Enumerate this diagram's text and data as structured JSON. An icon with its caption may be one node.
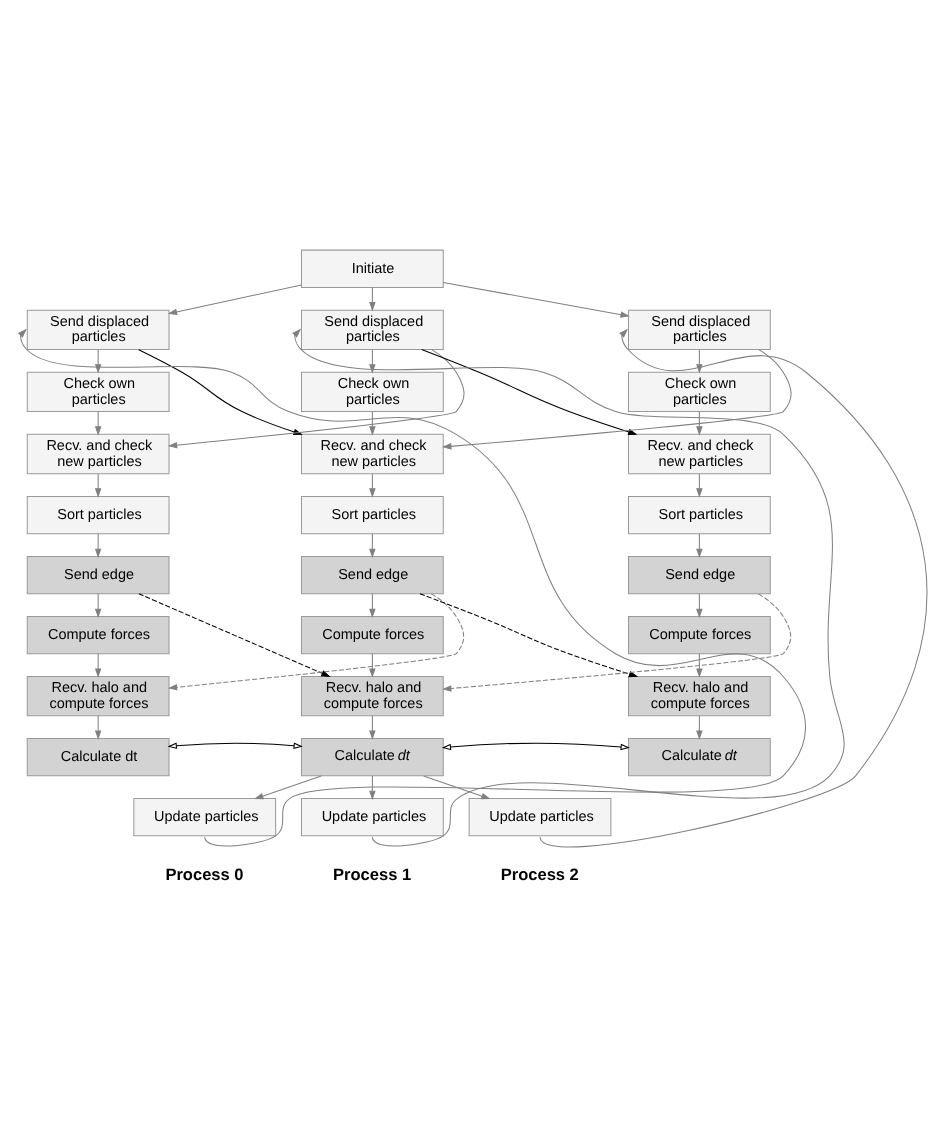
{
  "diagram": {
    "nodes": [
      {
        "text": [
          "Initiate"
        ]
      },
      {
        "text": [
          "Send displaced particles"
        ]
      },
      {
        "text": [
          "Send displaced particles"
        ]
      },
      {
        "text": [
          "Send displaced particles"
        ]
      },
      {
        "text": [
          "Check own particles"
        ]
      },
      {
        "text": [
          "Check own particles"
        ]
      },
      {
        "text": [
          "Check own particles"
        ]
      },
      {
        "text": [
          "Recv. and check new particles"
        ]
      },
      {
        "text": [
          "Recv. and check new particles"
        ]
      },
      {
        "text": [
          "Recv. and check new particles"
        ]
      },
      {
        "text": [
          "Sort particles"
        ]
      },
      {
        "text": [
          "Sort particles"
        ]
      },
      {
        "text": [
          "Sort particles"
        ]
      },
      {
        "text": [
          "Send edge"
        ]
      },
      {
        "text": [
          "Send edge"
        ]
      },
      {
        "text": [
          "Send edge"
        ]
      },
      {
        "text": [
          "Compute forces"
        ]
      },
      {
        "text": [
          "Compute forces"
        ]
      },
      {
        "text": [
          "Compute forces"
        ]
      },
      {
        "text": [
          "Recv. halo and compute forces"
        ]
      },
      {
        "text": [
          "Recv. halo and compute forces"
        ]
      },
      {
        "text": [
          "Recv. halo and compute forces"
        ]
      },
      {
        "text": [
          "Calculate dt"
        ]
      },
      {
        "text": [
          "Calculate *dt*"
        ]
      },
      {
        "text": [
          "Calculate *dt*"
        ]
      },
      {
        "text": [
          "Update particles"
        ]
      },
      {
        "text": [
          "Update particles"
        ]
      },
      {
        "text": [
          "Update particles"
        ]
      }
    ],
    "edges": [
      {
        "from": 0,
        "to": 1,
        "arrow": "to"
      },
      {
        "from": 0,
        "to": 2,
        "arrow": "to"
      },
      {
        "from": 0,
        "to": 3,
        "arrow": "to"
      },
      {
        "from": 1,
        "to": 4,
        "arrow": "to"
      },
      {
        "from": 2,
        "to": 5,
        "arrow": "to"
      },
      {
        "from": 3,
        "to": 6,
        "arrow": "to"
      },
      {
        "from": 4,
        "to": 7,
        "arrow": "to"
      },
      {
        "from": 5,
        "to": 8,
        "arrow": "to"
      },
      {
        "from": 6,
        "to": 9,
        "arrow": "to"
      },
      {
        "from": 7,
        "to": 10,
        "arrow": "to"
      },
      {
        "from": 8,
        "to": 11,
        "arrow": "to"
      },
      {
        "from": 9,
        "to": 12,
        "arrow": "to"
      },
      {
        "from": 10,
        "to": 13,
        "arrow": "to"
      },
      {
        "from": 11,
        "to": 14,
        "arrow": "to"
      },
      {
        "from": 12,
        "to": 15,
        "arrow": "to"
      },
      {
        "from": 13,
        "to": 16,
        "arrow": "to"
      },
      {
        "from": 14,
        "to": 17,
        "arrow": "to"
      },
      {
        "from": 15,
        "to": 18,
        "arrow": "to"
      },
      {
        "from": 16,
        "to": 19,
        "arrow": "to"
      },
      {
        "from": 17,
        "to": 20,
        "arrow": "to"
      },
      {
        "from": 18,
        "to": 21,
        "arrow": "to"
      },
      {
        "from": 19,
        "to": 22,
        "arrow": "to"
      },
      {
        "from": 20,
        "to": 23,
        "arrow": "to"
      },
      {
        "from": 21,
        "to": 24,
        "arrow": "to"
      },
      {
        "from": 23,
        "to": 25,
        "arrow": "to"
      },
      {
        "from": 23,
        "to": 26,
        "arrow": "to"
      },
      {
        "from": 23,
        "to": 27,
        "arrow": "to"
      },
      {
        "from": 25,
        "to": 1,
        "arrow": "to"
      },
      {
        "from": 26,
        "to": 2,
        "arrow": "to"
      },
      {
        "from": 27,
        "to": 3,
        "arrow": "to"
      },
      {
        "from": 1,
        "to": 8,
        "arrow": "to",
        "color": "#000000"
      },
      {
        "from": 2,
        "to": 7,
        "arrow": "to"
      },
      {
        "from": 2,
        "to": 9,
        "arrow": "to",
        "color": "#000000"
      },
      {
        "from": 3,
        "to": 8,
        "arrow": "to"
      },
      {
        "from": 13,
        "to": 20,
        "arrow": "to",
        "style": "dashed",
        "color": "#000000"
      },
      {
        "from": 14,
        "to": 19,
        "arrow": "to",
        "style": "dashed"
      },
      {
        "from": 14,
        "to": 21,
        "arrow": "to",
        "style": "dashed",
        "color": "#000000"
      },
      {
        "from": 15,
        "to": 20,
        "arrow": "to",
        "style": "dashed"
      },
      {
        "from": 22,
        "to": 23,
        "arrow": "both",
        "color": "#000000"
      },
      {
        "from": 23,
        "to": 24,
        "arrow": "both",
        "color": "#000000"
      }
    ],
    "labels": [
      "Process 0",
      "Process 1",
      "Process 2"
    ]
  }
}
